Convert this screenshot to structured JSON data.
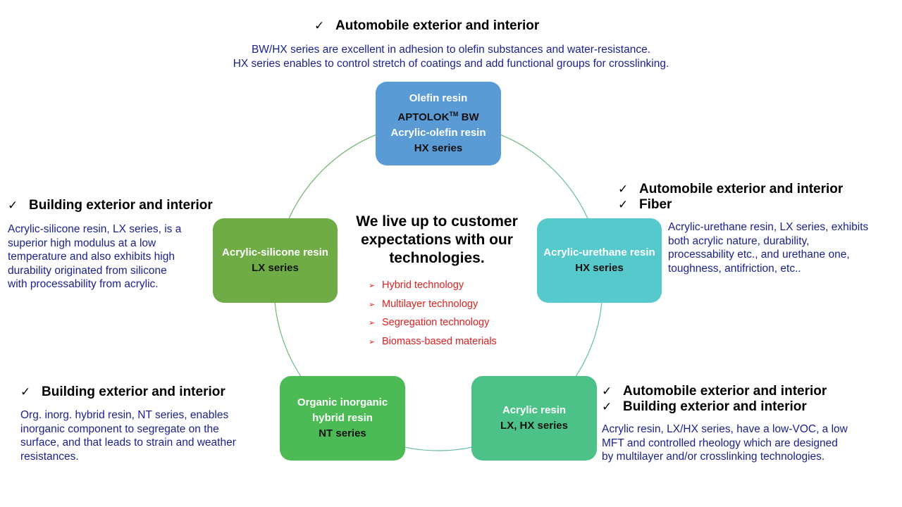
{
  "colors": {
    "olefin": "#5b9bd5",
    "urethane": "#56c9cc",
    "acrylic": "#4dc288",
    "organic": "#4cbb55",
    "silicone": "#6fac46",
    "heading": "#000000",
    "description": "#1a1f8c",
    "technology": "#e02020"
  },
  "icons": {
    "check": "check-icon",
    "bullet": "arrow-bullet-icon"
  },
  "check_symbol": "✓",
  "arrow_symbol": "➢",
  "center": {
    "title": "We live up to customer expectations with our technologies.",
    "technologies": [
      "Hybrid technology",
      "Multilayer technology",
      "Segregation technology",
      "Biomass-based materials"
    ]
  },
  "nodes": {
    "olefin": {
      "line1": "Olefin resin",
      "brand": "APTOLOK",
      "tm": "TM",
      "brand_suffix": " BW",
      "line3": "Acrylic-olefin resin",
      "line4": "HX  series"
    },
    "urethane": {
      "name": "Acrylic-urethane resin",
      "series": "HX  series"
    },
    "acrylic": {
      "name": "Acrylic resin",
      "series": "LX, HX  series"
    },
    "organic": {
      "name1": "Organic inorganic",
      "name2": "hybrid resin",
      "series": "NT  series"
    },
    "silicone": {
      "name": "Acrylic-silicone resin",
      "series": "LX  series"
    }
  },
  "annotations": {
    "top": {
      "headings": [
        "Automobile exterior and interior"
      ],
      "lines": [
        "BW/HX series are excellent in adhesion to olefin substances and water-resistance.",
        "HX series enables to control stretch of coatings and add functional groups for crosslinking."
      ]
    },
    "right": {
      "headings": [
        "Automobile exterior and interior",
        "Fiber"
      ],
      "lines": [
        "Acrylic-urethane resin, LX series, exhibits",
        "both acrylic nature, durability,",
        "processability etc., and urethane one,",
        "toughness, antifriction, etc.."
      ]
    },
    "bottom_right": {
      "headings": [
        "Automobile exterior and interior",
        "Building exterior and interior"
      ],
      "lines": [
        "Acrylic resin, LX/HX series, have a low-VOC, a low",
        "MFT and controlled rheology which are designed",
        "by multilayer and/or crosslinking technologies."
      ]
    },
    "bottom_left": {
      "headings": [
        "Building exterior and interior"
      ],
      "lines": [
        "Org. inorg. hybrid resin, NT series, enables",
        "inorganic component to segregate on the",
        "surface, and that leads to strain and weather",
        "resistances."
      ]
    },
    "left": {
      "headings": [
        "Building exterior and interior"
      ],
      "lines": [
        "Acrylic-silicone resin, LX series, is a",
        "superior high modulus at a low",
        "temperature and also exhibits high",
        "durability originated from silicone",
        "with processability from acrylic."
      ]
    }
  }
}
